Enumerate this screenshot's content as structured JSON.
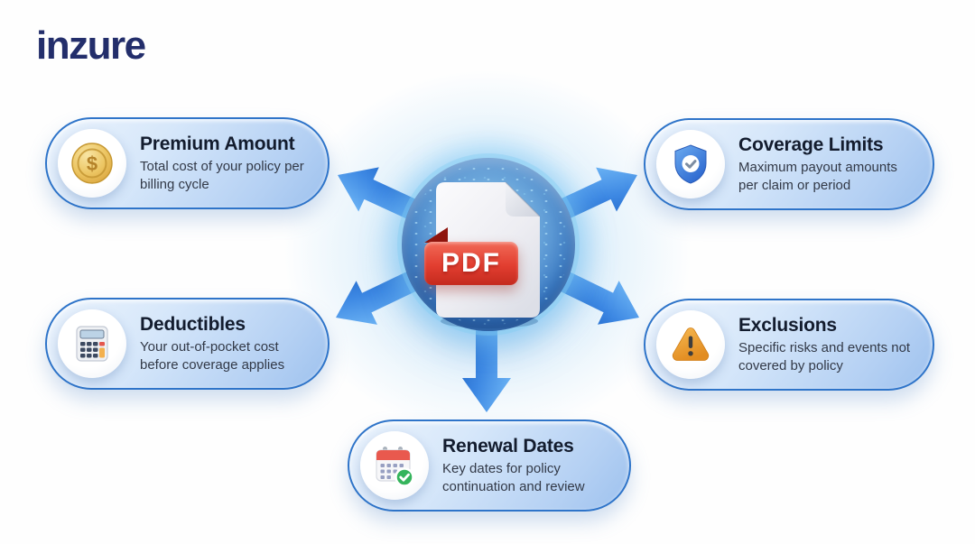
{
  "logo": {
    "text": "inzure"
  },
  "center": {
    "pdf_label": "PDF",
    "subject": "pdf-policy-document"
  },
  "cards": [
    {
      "id": "premium-amount",
      "title": "Premium Amount",
      "description": "Total cost of your policy per billing cycle",
      "icon": "dollar-coin-icon",
      "position": "top-left"
    },
    {
      "id": "coverage-limits",
      "title": "Coverage Limits",
      "description": "Maximum payout amounts per claim or period",
      "icon": "shield-check-icon",
      "position": "top-right"
    },
    {
      "id": "deductibles",
      "title": "Deductibles",
      "description": "Your out-of-pocket cost before coverage applies",
      "icon": "calculator-icon",
      "position": "middle-left"
    },
    {
      "id": "exclusions",
      "title": "Exclusions",
      "description": "Specific risks and events not covered by policy",
      "icon": "warning-triangle-icon",
      "position": "middle-right"
    },
    {
      "id": "renewal-dates",
      "title": "Renewal Dates",
      "description": "Key dates for policy continuation and review",
      "icon": "calendar-check-icon",
      "position": "bottom-center"
    }
  ],
  "colors": {
    "brand_navy": "#232e6b",
    "arrow_blue": "#2f7cd4",
    "card_border_blue": "#2e74c9",
    "card_fill_blue": "#c5dbf6",
    "hub_blue": "#3e7ec7",
    "hub_glow_cyan": "#8ccdf3",
    "pdf_red": "#d6372b",
    "coin_gold": "#e3b54b",
    "shield_blue": "#3f83de",
    "warning_orange": "#eda33c",
    "success_green": "#35b45c"
  }
}
